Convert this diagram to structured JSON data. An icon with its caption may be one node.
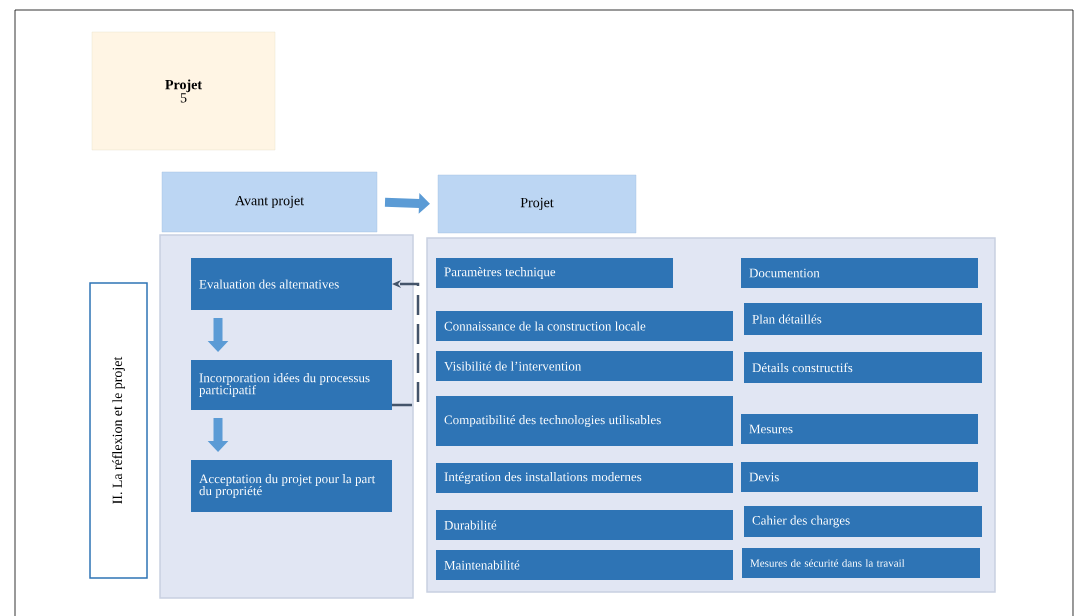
{
  "diagram": {
    "nodes": [
      {
        "text": [
          "Projet",
          "5"
        ]
      },
      {
        "text": [
          "Avant projet"
        ]
      },
      {
        "text": [
          "Projet"
        ]
      },
      {
        "text": [],
        "shape": "box"
      },
      {
        "text": [
          "Evaluation des alternatives"
        ],
        "in": 3
      },
      {
        "text": [
          "Incorporation idées du processus participatif"
        ],
        "in": 3
      },
      {
        "text": [
          "Acceptation du projet pour la part du propriété"
        ],
        "in": 3
      },
      {
        "text": [],
        "shape": "box"
      },
      {
        "text": [
          "Paramètres technique"
        ],
        "in": 7
      },
      {
        "text": [
          "Documention"
        ],
        "in": 7
      },
      {
        "text": [
          "Connaissance de la construction locale"
        ],
        "in": 7
      },
      {
        "text": [
          "Plan détaillés"
        ],
        "in": 7
      },
      {
        "text": [
          "Visibilité de l’intervention"
        ],
        "in": 7
      },
      {
        "text": [
          "Détails constructifs"
        ],
        "in": 7
      },
      {
        "text": [
          "Compatibilité des technologies utilisables"
        ],
        "in": 7
      },
      {
        "text": [
          "Mesures"
        ],
        "in": 7
      },
      {
        "text": [
          "Intégration des installations modernes"
        ],
        "in": 7
      },
      {
        "text": [
          "Devis"
        ],
        "in": 7
      },
      {
        "text": [
          "Durabilité"
        ],
        "in": 7
      },
      {
        "text": [
          "Cahier des charges"
        ],
        "in": 7
      },
      {
        "text": [
          "Maintenabilité"
        ],
        "in": 7
      },
      {
        "text": [
          "Mesures de sécurité dans la travail"
        ],
        "in": 7
      },
      {
        "text": [
          "II. La réflexion et le projet"
        ]
      }
    ],
    "edges": [
      {
        "from": 1,
        "to": 2,
        "arrow": "to"
      },
      {
        "from": 4,
        "to": 5,
        "arrow": "to"
      },
      {
        "from": 5,
        "to": 6,
        "arrow": "to"
      },
      {
        "from": 5,
        "to": 4,
        "arrow": "to",
        "style": "dashed",
        "color": "#44546a"
      }
    ]
  }
}
